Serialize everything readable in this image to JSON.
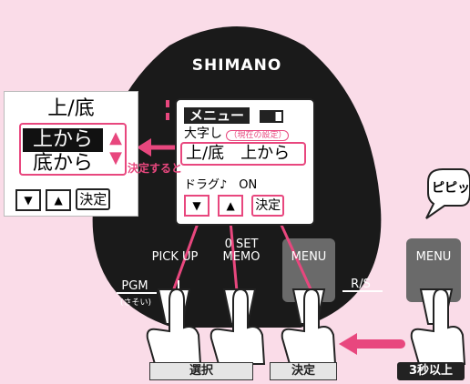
{
  "brand": "SHIMANO",
  "lcd": {
    "menu_title": "メニュー",
    "setting_text": "大字し",
    "current_note": "（現在の設定）",
    "selected_item": "上/底　上から",
    "next_item": "ドラグ♪　ON",
    "key_down": "▼",
    "key_up": "▲",
    "key_decide": "決定"
  },
  "zoom_panel": {
    "title": "上/底",
    "options": [
      "上から",
      "底から"
    ],
    "selected_index": 0,
    "key_down": "▼",
    "key_up": "▲",
    "key_decide": "決定"
  },
  "callouts": {
    "decide_action": "決定すると",
    "beep": "ピピッ"
  },
  "buttons": {
    "pick_up": "PICK UP",
    "zero_set_memo": "0 SET\nMEMO",
    "menu": "MENU",
    "pgm": "PGM",
    "pgm_sub": "(さそい)",
    "rs": "R/S",
    "menu_right": "MENU"
  },
  "bottom_labels": {
    "select": "選択",
    "decide": "決定",
    "hold": "3秒以上"
  },
  "colors": {
    "background": "#fadce8",
    "accent": "#e8477e",
    "device": "#1a1a1a"
  }
}
